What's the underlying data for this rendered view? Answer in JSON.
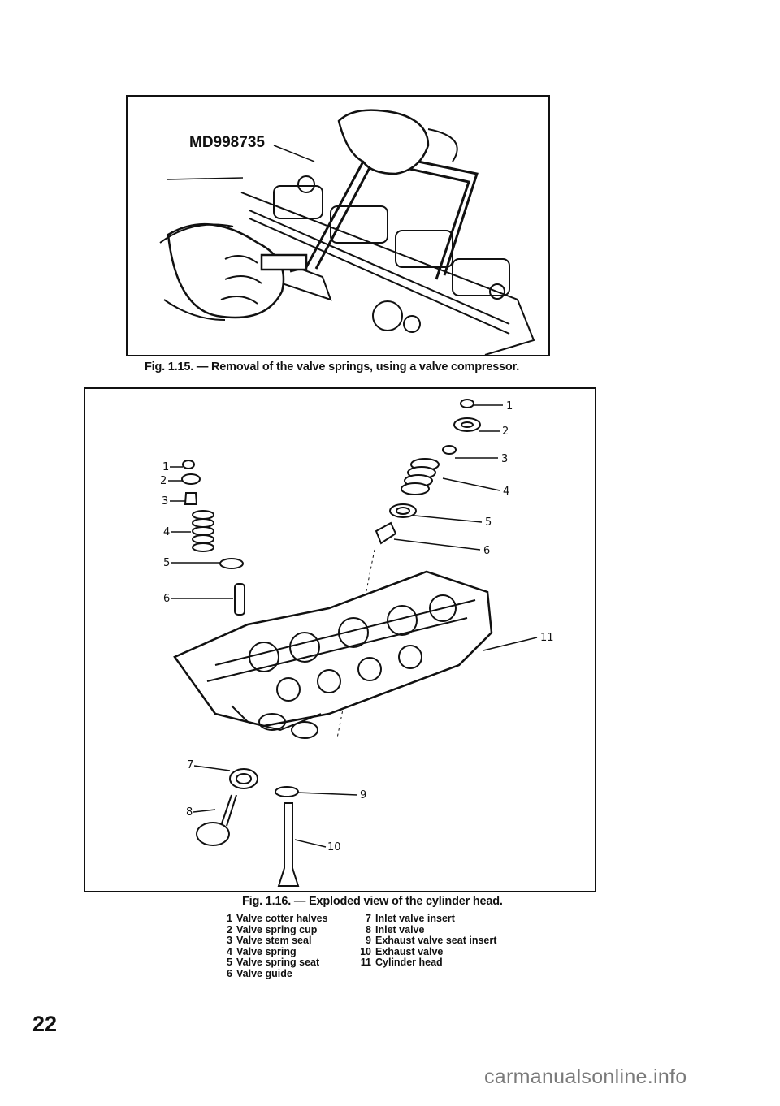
{
  "figure1": {
    "tool_label": "MD998735",
    "caption": "Fig. 1.15. — Removal of the valve springs, using a valve compressor."
  },
  "figure2": {
    "callouts_left": [
      "1",
      "2",
      "3",
      "4",
      "5",
      "6"
    ],
    "callouts_right": [
      "1",
      "2",
      "3",
      "4",
      "5",
      "6"
    ],
    "callout_11": "11",
    "callout_7": "7",
    "callout_8": "8",
    "callout_9": "9",
    "callout_10": "10",
    "caption": "Fig. 1.16. — Exploded view of the cylinder head.",
    "legend_left": [
      {
        "num": "1",
        "text": "Valve cotter halves"
      },
      {
        "num": "2",
        "text": "Valve spring cup"
      },
      {
        "num": "3",
        "text": "Valve stem seal"
      },
      {
        "num": "4",
        "text": "Valve spring"
      },
      {
        "num": "5",
        "text": "Valve spring seat"
      },
      {
        "num": "6",
        "text": "Valve guide"
      }
    ],
    "legend_right": [
      {
        "num": "7",
        "text": "Inlet valve insert"
      },
      {
        "num": "8",
        "text": "Inlet valve"
      },
      {
        "num": "9",
        "text": "Exhaust valve seat insert"
      },
      {
        "num": "10",
        "text": "Exhaust valve"
      },
      {
        "num": "11",
        "text": "Cylinder head"
      }
    ]
  },
  "page_number": "22",
  "watermark": "carmanualsonline.info"
}
